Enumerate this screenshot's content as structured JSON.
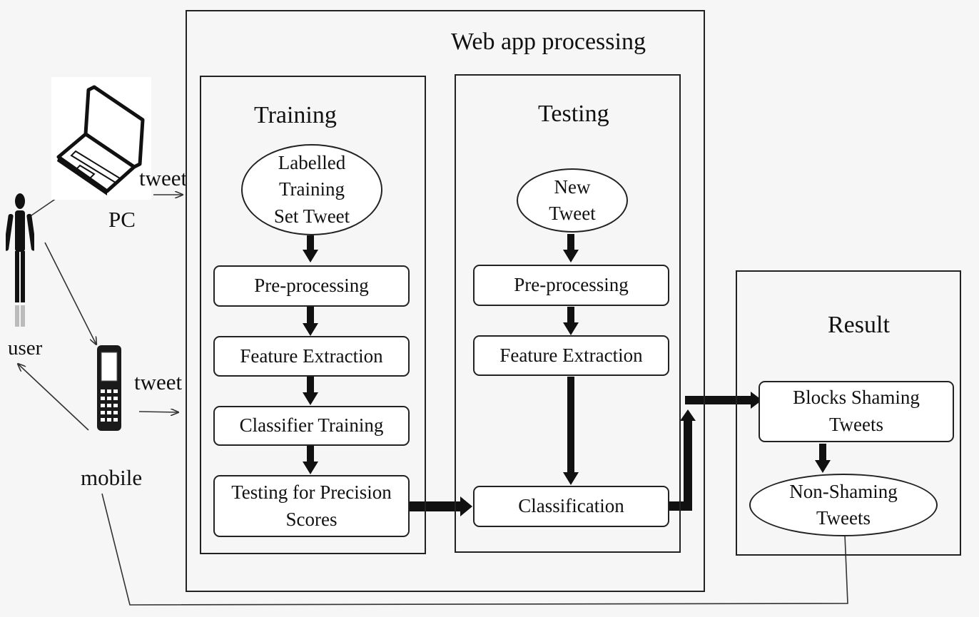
{
  "web_app": {
    "title": "Web app processing"
  },
  "training": {
    "title": "Training",
    "input": "Labelled Training Set Tweet",
    "steps": [
      "Pre-processing",
      "Feature Extraction",
      "Classifier Training",
      "Testing for Precision Scores"
    ]
  },
  "testing": {
    "title": "Testing",
    "input": "New Tweet",
    "steps": [
      "Pre-processing",
      "Feature Extraction",
      "Classification"
    ]
  },
  "result": {
    "title": "Result",
    "block": "Blocks Shaming Tweets",
    "output": "Non-Shaming Tweets"
  },
  "actors": {
    "user": "user",
    "pc": "PC",
    "mobile": "mobile",
    "tweet_pc": "tweet",
    "tweet_mobile": "tweet"
  },
  "icons": [
    "user-icon",
    "laptop-icon",
    "mobile-phone-icon"
  ]
}
